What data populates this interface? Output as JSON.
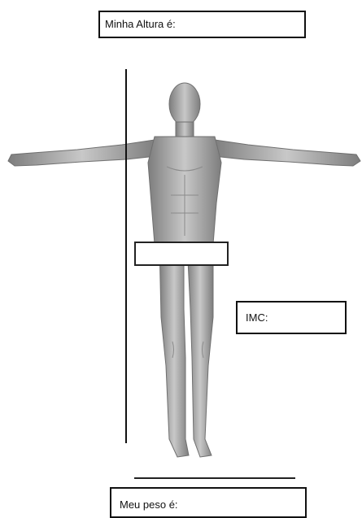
{
  "labels": {
    "height": "Minha Altura é:",
    "imc": "IMC:",
    "weight": "Meu peso é:"
  },
  "colors": {
    "figure_fill": "#b9b9b9",
    "figure_shade": "#8a8a8a",
    "line": "#111111"
  },
  "icons": {
    "figure": "human-figure-icon"
  }
}
